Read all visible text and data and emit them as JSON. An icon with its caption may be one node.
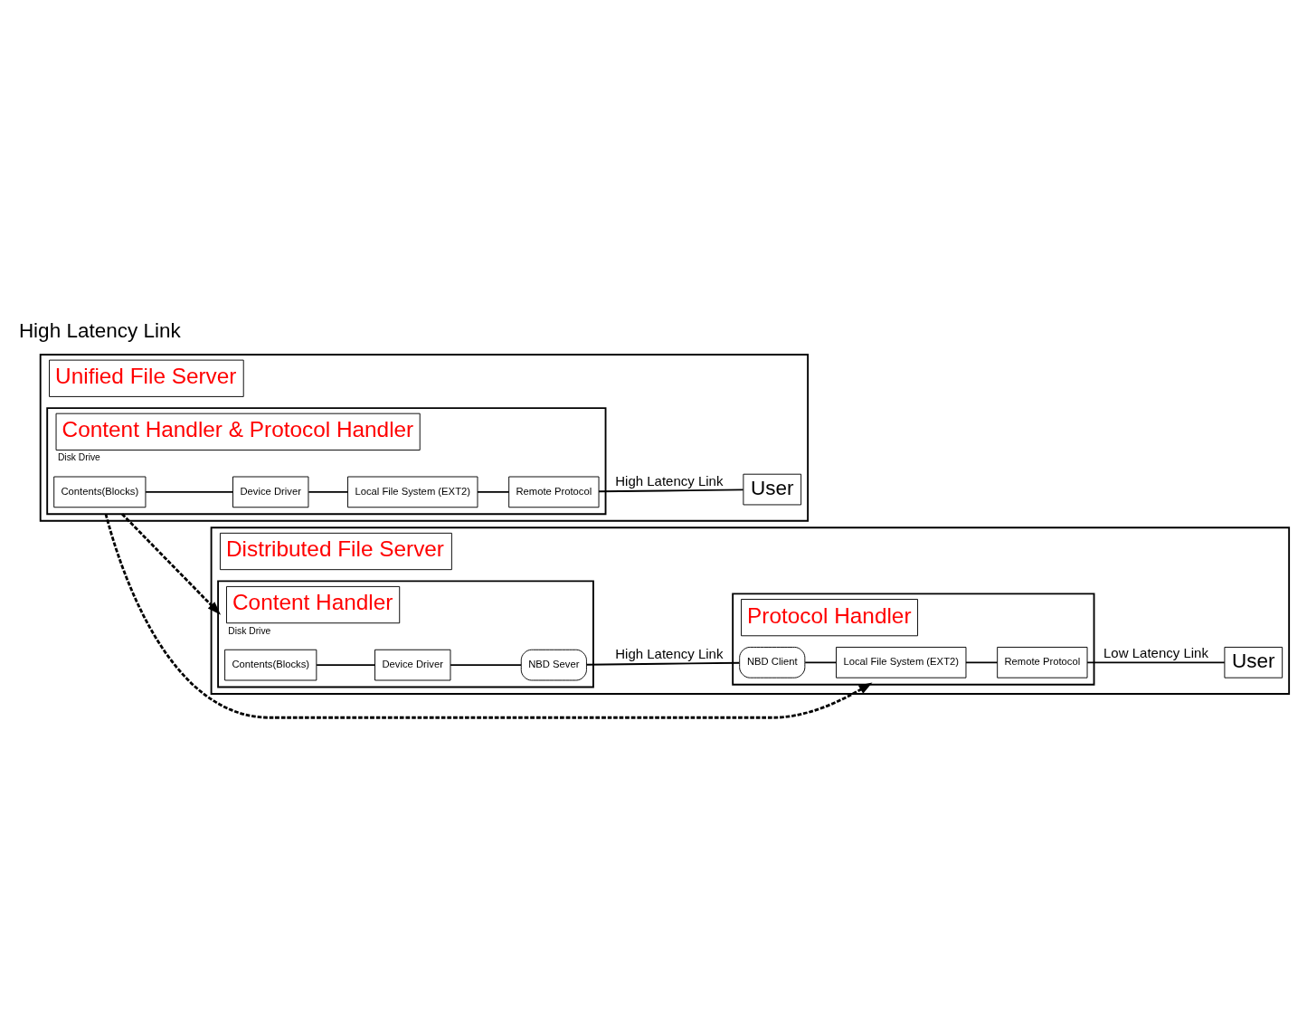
{
  "diagram": {
    "nodes": [
      {
        "text": [
          "Unified File Server"
        ]
      },
      {
        "text": [
          "Content Handler & Protocol Handler",
          "Disk Drive"
        ],
        "in": 0
      },
      {
        "text": [
          "Contents(Blocks)"
        ],
        "in": 1
      },
      {
        "text": [
          "Device Driver"
        ],
        "in": 1
      },
      {
        "text": [
          "Local File System (EXT2)"
        ],
        "in": 1
      },
      {
        "text": [
          "Remote Protocol"
        ],
        "in": 1
      },
      {
        "text": [
          "User"
        ],
        "in": 0
      },
      {
        "text": [
          "Distributed File Server"
        ]
      },
      {
        "text": [
          "Content Handler",
          "Disk Drive"
        ],
        "in": 7
      },
      {
        "text": [
          "Contents(Blocks)"
        ],
        "in": 8
      },
      {
        "text": [
          "Device Driver"
        ],
        "in": 8
      },
      {
        "text": [
          "NBD Sever"
        ],
        "in": 8
      },
      {
        "text": [
          "Protocol Handler"
        ],
        "in": 7
      },
      {
        "text": [
          "Local File System (EXT2)"
        ],
        "in": 12
      },
      {
        "text": [
          "Remote Protocol"
        ],
        "in": 12
      },
      {
        "text": [
          "NBD Client"
        ],
        "in": 12
      },
      {
        "text": [
          "User"
        ],
        "in": 7
      }
    ],
    "edges": [
      {
        "from": 2,
        "to": 3,
        "arrow": "none"
      },
      {
        "from": 3,
        "to": 4,
        "arrow": "none"
      },
      {
        "from": 4,
        "to": 5,
        "arrow": "none"
      },
      {
        "from": 5,
        "to": 6,
        "arrow": "none",
        "label": "High Latency Link"
      },
      {
        "from": 1,
        "to": 8,
        "arrow": "to",
        "style": "dashed"
      },
      {
        "from": 1,
        "to": 12,
        "arrow": "to",
        "style": "dashed"
      },
      {
        "from": 9,
        "to": 10,
        "arrow": "none"
      },
      {
        "from": 10,
        "to": 11,
        "arrow": "none"
      },
      {
        "from": 11,
        "to": 15,
        "arrow": "none",
        "label": "High Latency Link"
      },
      {
        "from": 15,
        "to": 13,
        "arrow": "none"
      },
      {
        "from": 13,
        "to": 14,
        "arrow": "none"
      },
      {
        "from": 14,
        "to": 16,
        "arrow": "none",
        "label": "Low Latency Link"
      }
    ],
    "labels": [
      "High Latency Link"
    ]
  }
}
